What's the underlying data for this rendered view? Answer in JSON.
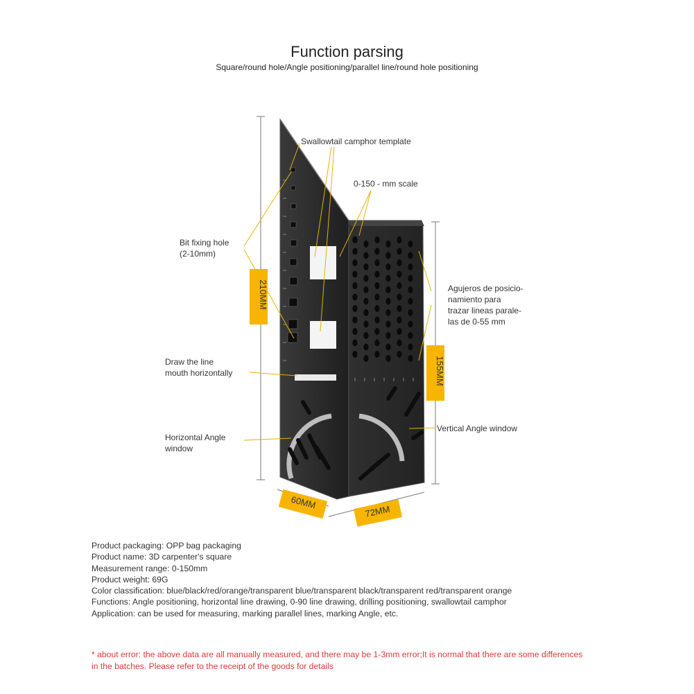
{
  "header": {
    "title": "Function parsing",
    "subtitle": "Square/round hole/Angle positioning/parallel line/round hole positioning"
  },
  "callouts": {
    "swallowtail": "Swallowtail camphor template",
    "scale": "0-150 - mm scale",
    "bit_hole": "Bit fixing hole\n(2-10mm)",
    "agujeros": "Agujeros de posicio-\nnamiento para\ntrazar lineas parale-\nlas de 0-55 mm",
    "draw_line": "Draw the line\nmouth horizontally",
    "horizontal_angle": "Horizontal Angle\nwindow",
    "vertical_angle": "Vertical Angle window"
  },
  "dimensions": {
    "height_total": "210MM",
    "height_right": "155MM",
    "width_left": "60MM",
    "width_right": "72MM"
  },
  "specs": [
    "Product packaging: OPP bag packaging",
    "Product name: 3D carpenter's square",
    "Measurement range: 0-150mm",
    "Product weight: 69G",
    "Color classification: blue/black/red/orange/transparent blue/transparent black/transparent red/transparent orange",
    "Functions: Angle positioning, horizontal line drawing, 0-90 line drawing, drilling positioning, swallowtail camphor",
    "Application: can be used for measuring, marking parallel lines, marking Angle, etc."
  ],
  "note": "* about error: the above data are all manually measured, and there may be 1-3mm error;It is normal that there are some differences in the batches. Please refer to the receipt of the goods for details",
  "colors": {
    "label_bg": "#f7b500",
    "tool_dark": "#2a2a2a",
    "note_red": "#d83a3a"
  }
}
